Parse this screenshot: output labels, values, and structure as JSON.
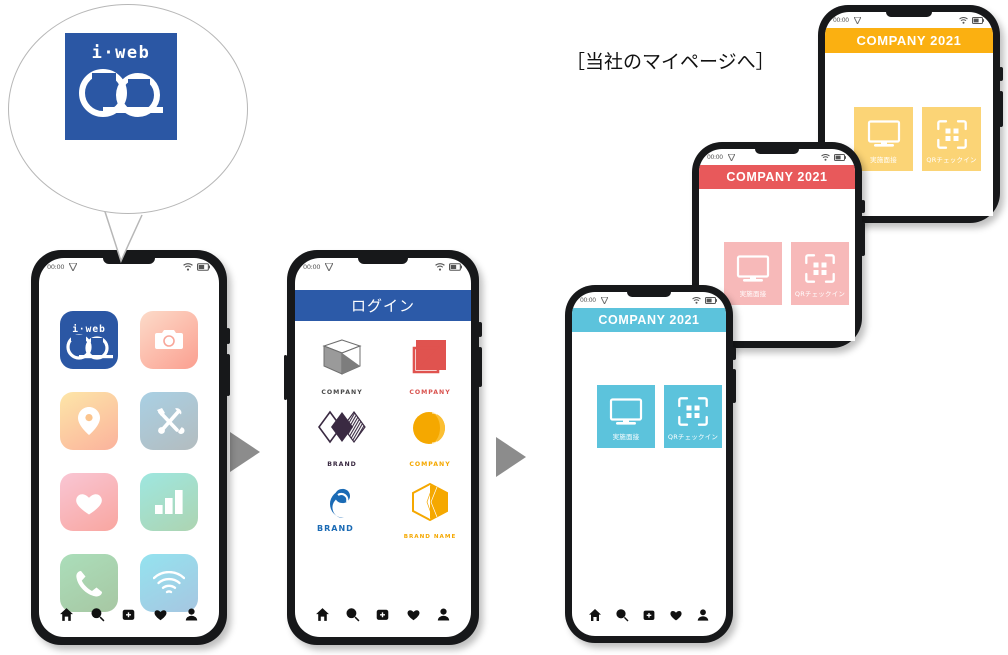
{
  "caption": {
    "text": "［当社のマイページへ］"
  },
  "colors": {
    "brand_blue": "#2b57a4",
    "login_header_blue": "#2c5aa8",
    "cyan": "#5cc3dc",
    "red": "#e8595b",
    "orange": "#fbb011",
    "arrow_gray": "#8c8c8c",
    "phone_frame": "#17181a"
  },
  "bubble": {
    "logo_top_text": "i·web",
    "logo_mark": "cq-logo",
    "name": "iweb-cq-logo-bubble"
  },
  "status_bar": {
    "time": "00:00",
    "icons": [
      "signal-triangle-icon",
      "wifi-icon",
      "battery-icon"
    ]
  },
  "bottom_nav": {
    "items": [
      {
        "name": "nav-home",
        "icon": "home-icon"
      },
      {
        "name": "nav-search",
        "icon": "search-icon"
      },
      {
        "name": "nav-add",
        "icon": "plus-square-icon"
      },
      {
        "name": "nav-favorites",
        "icon": "heart-icon"
      },
      {
        "name": "nav-profile",
        "icon": "person-icon"
      }
    ]
  },
  "phone1": {
    "name": "phone-home-screen",
    "apps": [
      {
        "name": "app-iweb-cq",
        "icon": "iweb-cq-icon",
        "label": "i·web",
        "color": "#2b57a4"
      },
      {
        "name": "app-camera",
        "icon": "camera-icon",
        "color_from": "#fcd9c6",
        "color_to": "#fba394"
      },
      {
        "name": "app-map",
        "icon": "location-pin-icon",
        "color_from": "#fde3a7",
        "color_to": "#fbb69b"
      },
      {
        "name": "app-tools",
        "icon": "tools-icon",
        "color_from": "#a8cfe3",
        "color_to": "#b4bdc0"
      },
      {
        "name": "app-favorites",
        "icon": "heart-icon",
        "color_from": "#f8c3d2",
        "color_to": "#f9a9a3"
      },
      {
        "name": "app-stats",
        "icon": "bar-chart-icon",
        "color_from": "#9fe6e0",
        "color_to": "#abd3b0"
      },
      {
        "name": "app-phone",
        "icon": "phone-icon",
        "color_from": "#aadcb9",
        "color_to": "#a8c8a4"
      },
      {
        "name": "app-wifi",
        "icon": "wifi-signal-icon",
        "color_from": "#96e2ee",
        "color_to": "#a5c5e0"
      }
    ]
  },
  "phone2": {
    "name": "phone-login-screen",
    "header": "ログイン",
    "header_color": "#2c5aa8",
    "companies": [
      {
        "name": "company-cube",
        "label": "COMPANY",
        "label_color": "#4a4a4a",
        "mark": "cube-logo"
      },
      {
        "name": "company-square",
        "label": "COMPANY",
        "label_color": "#d9534f",
        "mark": "red-square-logo"
      },
      {
        "name": "brand-diamonds",
        "label": "BRAND",
        "label_color": "#3a2a42",
        "mark": "diamond-logo"
      },
      {
        "name": "company-circle",
        "label": "COMPANY",
        "label_color": "#f5a800",
        "mark": "orange-circle-logo"
      },
      {
        "name": "brand-swirl",
        "label": "BRAND",
        "label_color": "#1b6bb5",
        "mark": "blue-swirl-logo"
      },
      {
        "name": "brand-hex",
        "label": "BRAND NAME",
        "label_color": "#f5a800",
        "mark": "orange-hex-logo"
      }
    ]
  },
  "mypages": [
    {
      "name": "phone-mypage-cyan",
      "header": "COMPANY 2021",
      "theme": "#5cc3dc",
      "tiles": [
        {
          "name": "tile-web-interview",
          "label": "実施面接",
          "icon": "monitor-icon"
        },
        {
          "name": "tile-qr-checkin",
          "label": "QRチェックイン",
          "icon": "qr-scan-icon"
        }
      ]
    },
    {
      "name": "phone-mypage-red",
      "header": "COMPANY 2021",
      "theme": "#e8595b",
      "tiles": [
        {
          "name": "tile-web-interview",
          "label": "実施面接",
          "icon": "monitor-icon"
        },
        {
          "name": "tile-qr-checkin",
          "label": "QRチェックイン",
          "icon": "qr-scan-icon"
        }
      ]
    },
    {
      "name": "phone-mypage-orange",
      "header": "COMPANY 2021",
      "theme": "#fbb011",
      "tiles": [
        {
          "name": "tile-web-interview",
          "label": "実施面接",
          "icon": "monitor-icon"
        },
        {
          "name": "tile-qr-checkin",
          "label": "QRチェックイン",
          "icon": "qr-scan-icon"
        }
      ]
    }
  ],
  "arrows": [
    {
      "name": "flow-arrow-1"
    },
    {
      "name": "flow-arrow-2"
    }
  ]
}
